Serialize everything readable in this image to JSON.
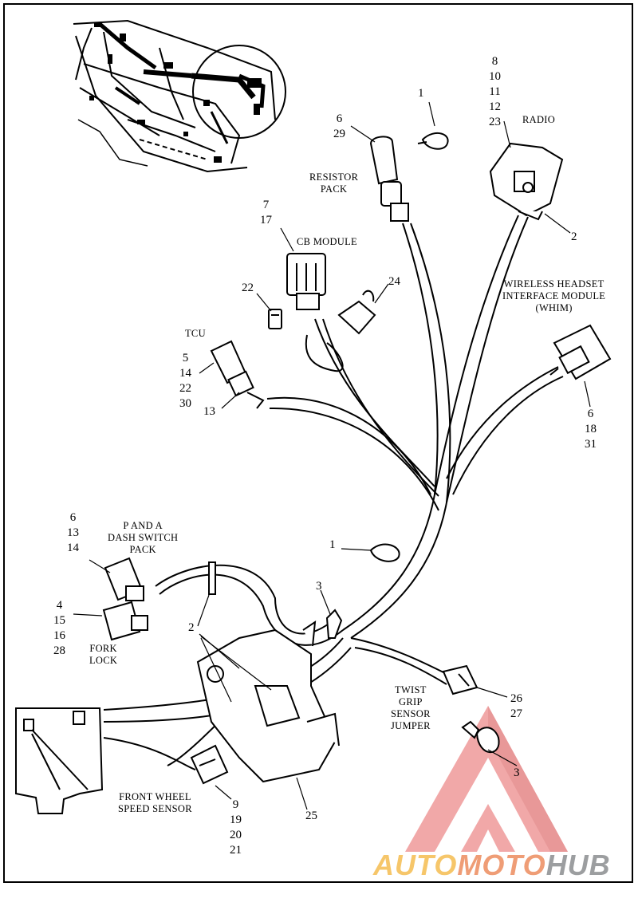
{
  "captions": {
    "radio": [
      "RADIO"
    ],
    "resistor_pack": [
      "RESISTOR",
      "PACK"
    ],
    "cb_module": [
      "CB MODULE"
    ],
    "whim": [
      "WIRELESS HEADSET",
      "INTERFACE MODULE",
      "(WHIM)"
    ],
    "tcu": [
      "TCU"
    ],
    "p_and_a": [
      "P AND A",
      "DASH SWITCH",
      "PACK"
    ],
    "fork_lock": [
      "FORK",
      "LOCK"
    ],
    "twist_grip": [
      "TWIST",
      "GRIP",
      "SENSOR",
      "JUMPER"
    ],
    "front_wheel": [
      "FRONT WHEEL",
      "SPEED SENSOR"
    ]
  },
  "callouts": {
    "radio": [
      "8",
      "10",
      "11",
      "12",
      "23"
    ],
    "resistor": [
      "6",
      "29"
    ],
    "clip_top": [
      "1"
    ],
    "radio_clip": [
      "2"
    ],
    "cb": [
      "7",
      "17"
    ],
    "item_22": [
      "22"
    ],
    "item_24": [
      "24"
    ],
    "tcu": [
      "5",
      "14",
      "22",
      "30"
    ],
    "tcu_13": [
      "13"
    ],
    "whim": [
      "6",
      "18",
      "31"
    ],
    "p_and_a": [
      "6",
      "13",
      "14"
    ],
    "clip_mid": [
      "1"
    ],
    "fork_lock": [
      "4",
      "15",
      "16",
      "28"
    ],
    "item_3_top": [
      "3"
    ],
    "ties_2": [
      "2"
    ],
    "twist_grip": [
      "26",
      "27"
    ],
    "item_3_bottom": [
      "3"
    ],
    "front_wheel": [
      "9",
      "19",
      "20",
      "21"
    ],
    "item_25": [
      "25"
    ]
  },
  "logo": {
    "part1": "AUTO",
    "part2": "MOTO",
    "part3": "HUB"
  },
  "colors": {
    "watermark": "#ef9a9a",
    "logo_yellow": "#f6c66a",
    "logo_orange": "#ef9d76",
    "logo_gray": "#9c9ea0"
  }
}
